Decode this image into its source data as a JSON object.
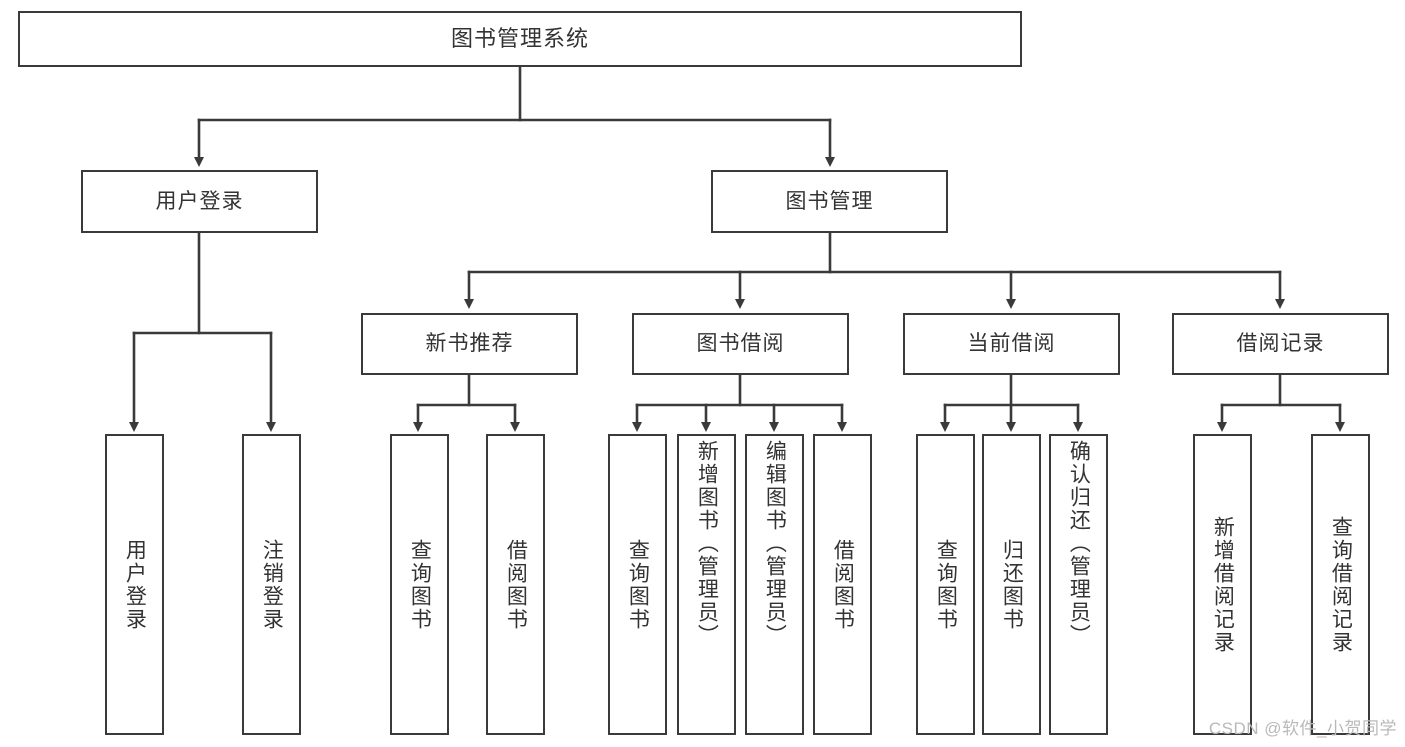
{
  "diagram": {
    "title": "图书管理系统",
    "type": "hierarchy-tree",
    "levels": 4,
    "root": {
      "label": "图书管理系统"
    },
    "level2": [
      {
        "label": "用户登录"
      },
      {
        "label": "图书管理"
      }
    ],
    "level3": [
      {
        "label": "新书推荐",
        "parent": "图书管理"
      },
      {
        "label": "图书借阅",
        "parent": "图书管理"
      },
      {
        "label": "当前借阅",
        "parent": "图书管理"
      },
      {
        "label": "借阅记录",
        "parent": "图书管理"
      }
    ],
    "leaves": {
      "user_login": [
        {
          "label": "用户登录"
        },
        {
          "label": "注销登录"
        }
      ],
      "new_book_recommend": [
        {
          "label": "查询图书"
        },
        {
          "label": "借阅图书"
        }
      ],
      "book_borrow": [
        {
          "label": "查询图书"
        },
        {
          "label": "新增图书（管理员）"
        },
        {
          "label": "编辑图书（管理员）"
        },
        {
          "label": "借阅图书"
        }
      ],
      "current_borrow": [
        {
          "label": "查询图书"
        },
        {
          "label": "归还图书"
        },
        {
          "label": "确认归还（管理员）"
        }
      ],
      "borrow_record": [
        {
          "label": "新增借阅记录"
        },
        {
          "label": "查询借阅记录"
        }
      ]
    }
  },
  "watermark": {
    "text": "CSDN @软件_小贺同学"
  },
  "colors": {
    "border": "#3a3a3a",
    "text": "#333333",
    "background": "#ffffff",
    "watermark": "#b9b9b9"
  }
}
